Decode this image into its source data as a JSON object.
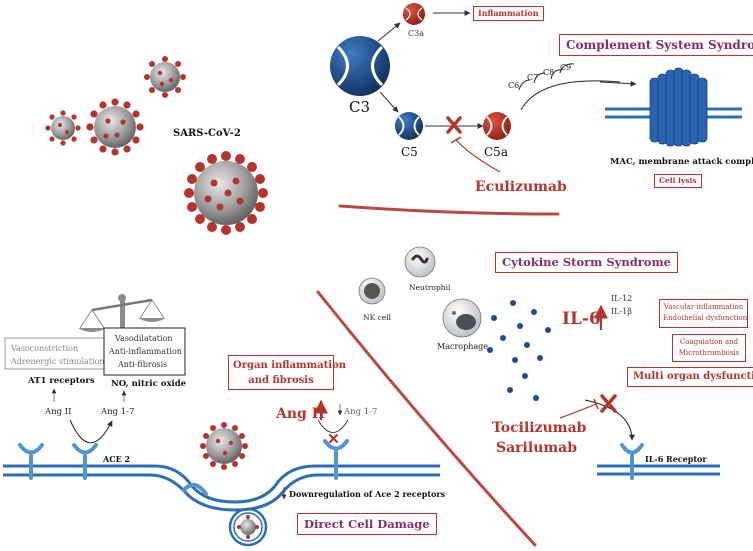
{
  "virus": {
    "label": "SARS-CoV-2"
  },
  "complement": {
    "title": "Complement System Syndrome",
    "c3a": "C3a",
    "inflammation": "Inflammation",
    "c3": "C3",
    "c5": "C5",
    "c5a": "C5a",
    "c6": "C6",
    "c7": "C7",
    "c8": "C8",
    "c9": "C9",
    "mac": "MAC, membrane attack complex",
    "cell_lysis": "Cell lysis",
    "drug": "Eculizumab"
  },
  "cytokine": {
    "title": "Cytokine Storm Syndrome",
    "neutrophil": "Neutrophil",
    "nk_cell": "NK cell",
    "macrophage": "Macrophage",
    "il6": "IL-6",
    "il12": "IL-12",
    "il1b": "IL-1β",
    "vascular_line1": "Vascular inflammation",
    "vascular_line2": "Endothelial dysfunction",
    "coag_line1": "Coagulation and",
    "coag_line2": "Microthrombosis",
    "multi_organ": "Multi organ dysfunction",
    "drug1": "Tocilizumab",
    "drug2": "Sarilumab",
    "receptor": "IL-6 Receptor"
  },
  "raas": {
    "left_line1": "Vasoconstriction",
    "left_line2": "Adrenergic stimulation",
    "right_line1": "Vasodilatation",
    "right_line2": "Anti-inflammation",
    "right_line3": "Anti-fibrosis",
    "at1": "AT1 receptors",
    "no": "NO, nitric oxide",
    "ang2": "Ang II",
    "ang17": "Ang 1-7",
    "ace2": "ACE 2",
    "organ_line1": "Organ inflammation",
    "organ_line2": "and fibrosis",
    "ang2_big": "Ang II",
    "ang17_small": "Ang 1-7",
    "downreg": "Downregulation of Ace 2 receptors",
    "direct": "Direct Cell Damage"
  },
  "colors": {
    "accent": "#b5352c",
    "purple": "#8c2c63",
    "blue": "#2a5a9a",
    "membrane": "#2d6fb5"
  }
}
